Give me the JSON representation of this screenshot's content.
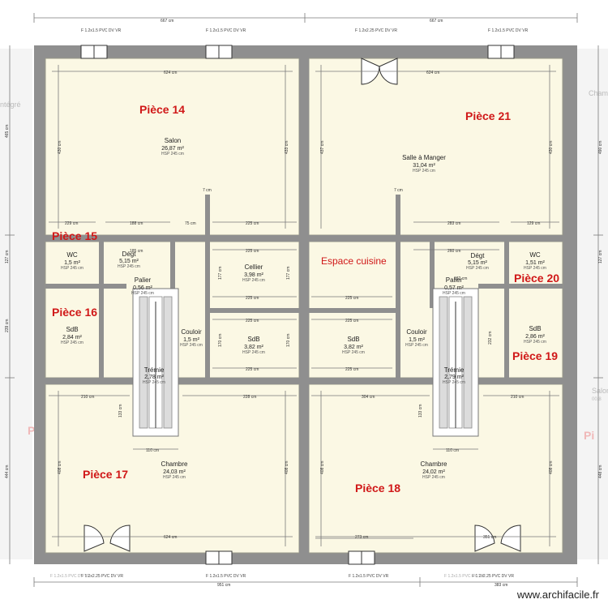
{
  "windows": {
    "top": [
      "F 1.2x1.5 PVC DV VR",
      "F 1.2x1.5 PVC DV VR",
      "F 1.2x2.25 PVC DV VR",
      "F 1.2x1.5 PVC DV VR"
    ],
    "bottom": [
      "F 1.2x2.25 PVC DV VR",
      "F 1.2x1.5 PVC DV VR",
      "F 1.2x1.5 PVC DV VR",
      "F 1.2x2.25 PVC DV VR"
    ],
    "ghost_left": "F 1.2x1.5 PVC DV VR",
    "ghost_right": "F 1.2x1.5 PVC DV VR"
  },
  "dims": {
    "top_overall_left": "667 cm",
    "top_overall_right": "667 cm",
    "bottom_overall_left": "951 cm",
    "bottom_overall_right": "383 cm",
    "salon_width": "624 cm",
    "salle_width": "624 cm",
    "chambre_left_width": "624 cm",
    "left_height_top": "465 cm",
    "right_height_top": "490 cm",
    "left_height_bottom": "444 cm",
    "right_height_bottom": "448 cm",
    "salon_h": "430 cm",
    "salon_h2": "433 cm",
    "salle_h": "437 cm",
    "salle_h2": "430 cm",
    "ch17_h": "408 cm",
    "ch17_h2": "408 cm",
    "ch18_h": "408 cm",
    "ch18_h2": "408 cm",
    "cellier_w": "225 cm",
    "sdb_w": "225 cm",
    "r229": "229 cm",
    "r188": "188 cm",
    "r75": "75 cm",
    "r283": "283 cm",
    "r129": "129 cm",
    "r185": "185 cm",
    "r260": "260 cm",
    "r182": "182 cm",
    "r210": "210 cm",
    "r228": "228 cm",
    "r304": "304 cm",
    "r273": "273 cm",
    "r351": "351 cm",
    "r110": "110 cm",
    "r133": "133 cm",
    "r177": "177 cm",
    "r170": "170 cm",
    "r127": "127 cm",
    "r239": "239 cm",
    "r232": "232 cm",
    "r7": "7 cm"
  },
  "rooms": {
    "salon": {
      "name": "Salon",
      "area": "26,87 m²",
      "hsp": "HSP 245 cm"
    },
    "salle": {
      "name": "Salle à Manger",
      "area": "31,04 m²",
      "hsp": "HSP 245 cm"
    },
    "wc_left": {
      "name": "WC",
      "area": "1,5 m²",
      "hsp": "HSP 245 cm"
    },
    "degt_left": {
      "name": "Dégt",
      "area": "5,15 m²",
      "hsp": "HSP 245 cm"
    },
    "palier_left": {
      "name": "Palier",
      "area": "0,56 m²",
      "hsp": "HSP 245 cm"
    },
    "cellier": {
      "name": "Cellier",
      "area": "3,98 m²",
      "hsp": "HSP 245 cm"
    },
    "palier_right": {
      "name": "Palier",
      "area": "0,57 m²",
      "hsp": "HSP 245 cm"
    },
    "degt_right": {
      "name": "Dégt",
      "area": "5,15 m²",
      "hsp": "HSP 245 cm"
    },
    "wc_right": {
      "name": "WC",
      "area": "1,51 m²",
      "hsp": "HSP 245 cm"
    },
    "sdb_far_left": {
      "name": "SdB",
      "area": "2,84 m²",
      "hsp": "HSP 245 cm"
    },
    "couloir_left": {
      "name": "Couloir",
      "area": "1,5 m²",
      "hsp": "HSP 245 cm"
    },
    "sdb_center_left": {
      "name": "SdB",
      "area": "3,82 m²",
      "hsp": "HSP 245 cm"
    },
    "sdb_center_right": {
      "name": "SdB",
      "area": "3,82 m²",
      "hsp": "HSP 245 cm"
    },
    "couloir_right": {
      "name": "Couloir",
      "area": "1,5 m²",
      "hsp": "HSP 245 cm"
    },
    "sdb_far_right": {
      "name": "SdB",
      "area": "2,86 m²",
      "hsp": "HSP 245 cm"
    },
    "tremie_left": {
      "name": "Trémie",
      "area": "2,78 m²",
      "hsp": "HSP 245 cm"
    },
    "tremie_right": {
      "name": "Trémie",
      "area": "2,79 m²",
      "hsp": "HSP 245 cm"
    },
    "chambre_left": {
      "name": "Chambre",
      "area": "24,03 m²",
      "hsp": "HSP 245 cm"
    },
    "chambre_right": {
      "name": "Chambre",
      "area": "24,02 m²",
      "hsp": "HSP 245 cm"
    }
  },
  "pieces": {
    "p14": "Pièce 14",
    "p21": "Pièce 21",
    "p15": "Pièce 15",
    "p16": "Pièce 16",
    "p17": "Pièce 17",
    "p18": "Pièce 18",
    "p19": "Pièce 19",
    "p20": "Pièce 20",
    "kitchen": "Espace cuisine"
  },
  "ghost": {
    "left_label": "ntégré",
    "right_label": "Chamb",
    "right_salon": "Salon",
    "right_area": "00,8",
    "right_piece_partial": "Pi",
    "left_piece_partial": "P"
  },
  "watermark": "www.archifacile.fr"
}
